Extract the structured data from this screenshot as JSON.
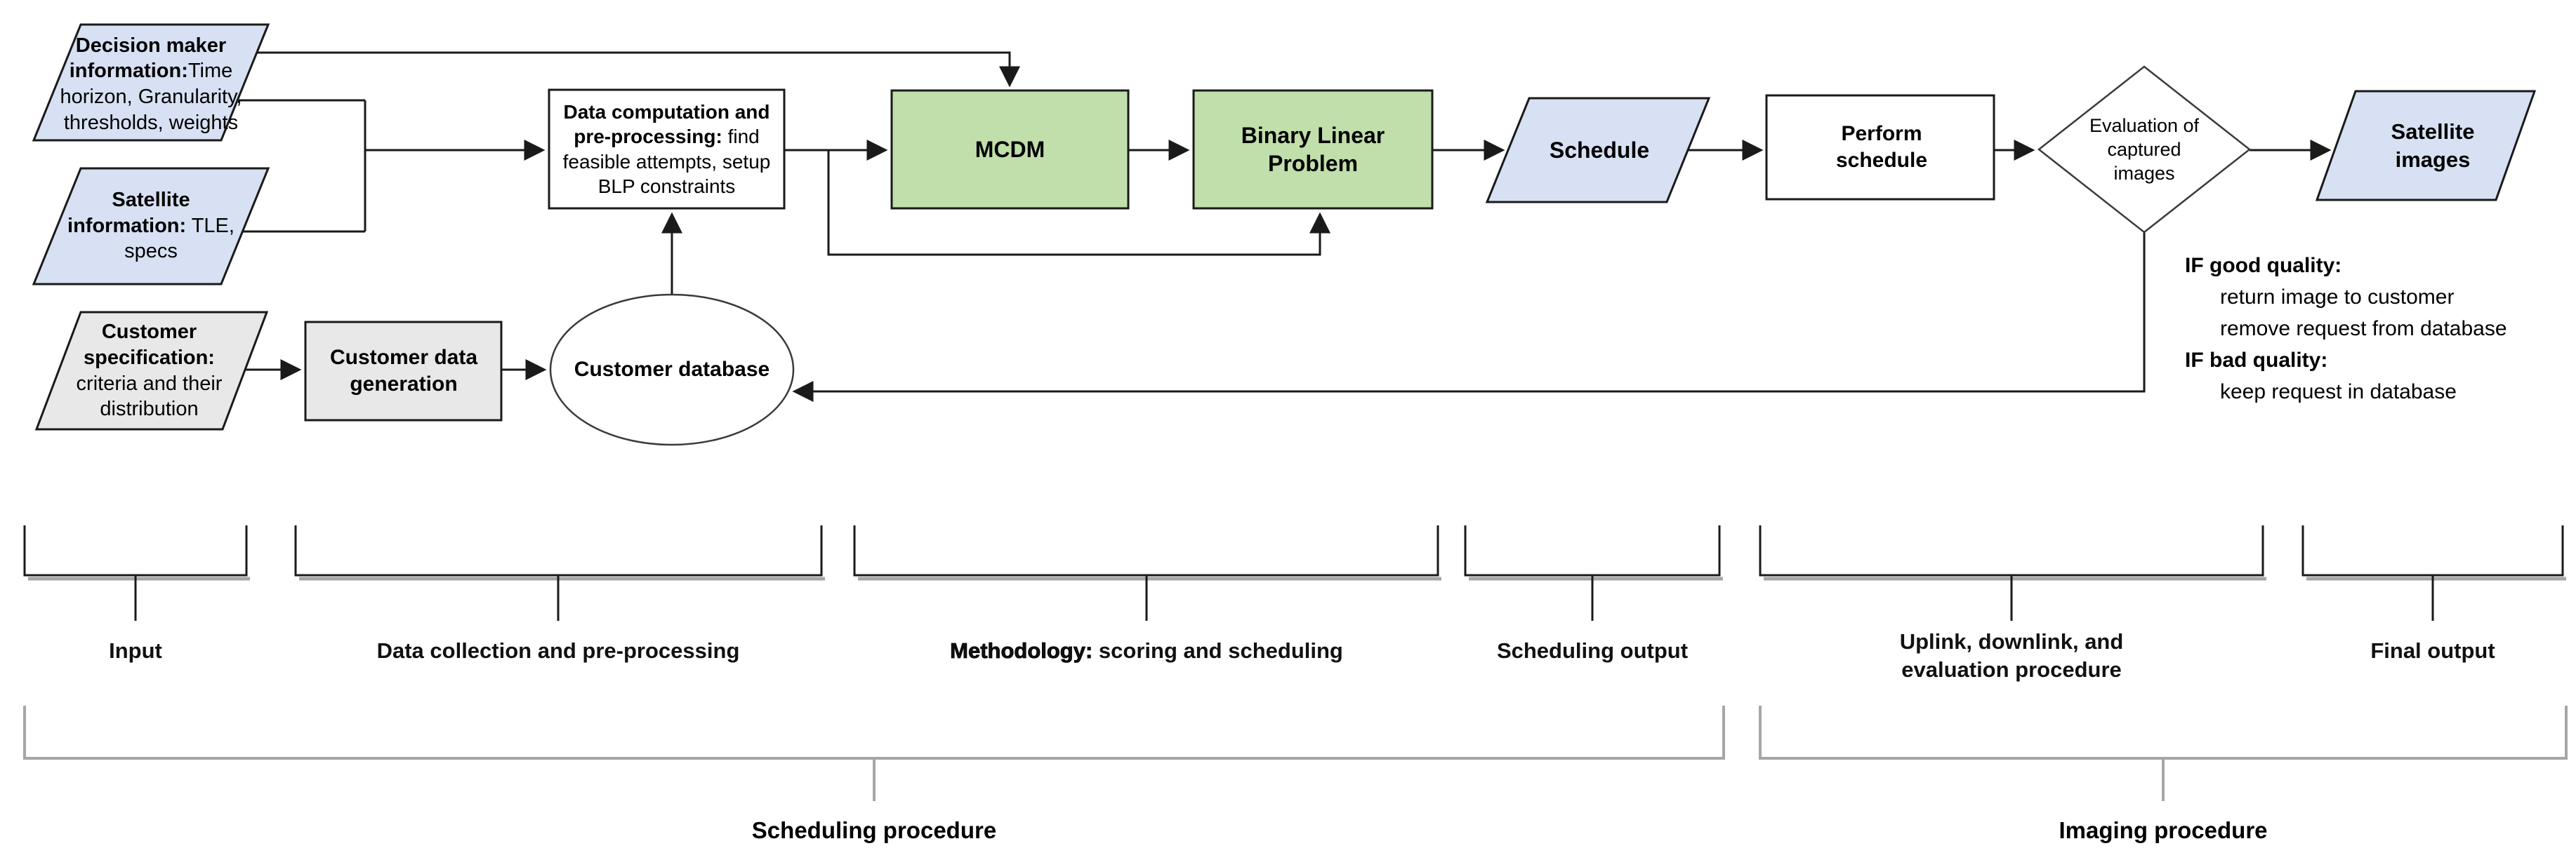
{
  "colors": {
    "node_blue": "#d7e1f3",
    "node_green": "#c0dfab",
    "node_gray": "#e8e8e8",
    "node_white": "#ffffff",
    "line": "#1a1a1a",
    "bracket_dark": "#1a1a1a",
    "bracket_gray": "#a6a6a6"
  },
  "nodes": {
    "decision_maker": {
      "title": "Decision maker information:",
      "detail": "Time horizon, Granularity, thresholds, weights"
    },
    "satellite_info": {
      "title": "Satellite information:",
      "detail": "TLE, specs"
    },
    "customer_spec": {
      "title": "Customer specification:",
      "detail": "criteria and their distribution"
    },
    "customer_data_generation": {
      "label": "Customer data generation"
    },
    "customer_database": {
      "label": "Customer database"
    },
    "data_computation": {
      "title": "Data computation and pre-processing:",
      "detail": "find feasible attempts, setup BLP constraints"
    },
    "mcdm": {
      "label": "MCDM"
    },
    "blp": {
      "label": "Binary Linear Problem"
    },
    "schedule": {
      "label": "Schedule"
    },
    "perform_schedule": {
      "label": "Perform schedule"
    },
    "evaluation": {
      "label": "Evaluation of captured images"
    },
    "satellite_images": {
      "label": "Satellite images"
    }
  },
  "annotation": {
    "lines": [
      "IF good quality:",
      "return image to customer",
      "remove request from database",
      "IF bad quality:",
      "keep request in database"
    ]
  },
  "stage_labels": {
    "input": "Input",
    "data_collection": "Data collection and pre-processing",
    "methodology_strong": "Methodology:",
    "methodology_rest": " scoring and scheduling",
    "scheduling_output": "Scheduling output",
    "uplink": "Uplink, downlink, and evaluation procedure",
    "final_output": "Final output"
  },
  "procedure_labels": {
    "scheduling": "Scheduling procedure",
    "imaging": "Imaging procedure"
  }
}
